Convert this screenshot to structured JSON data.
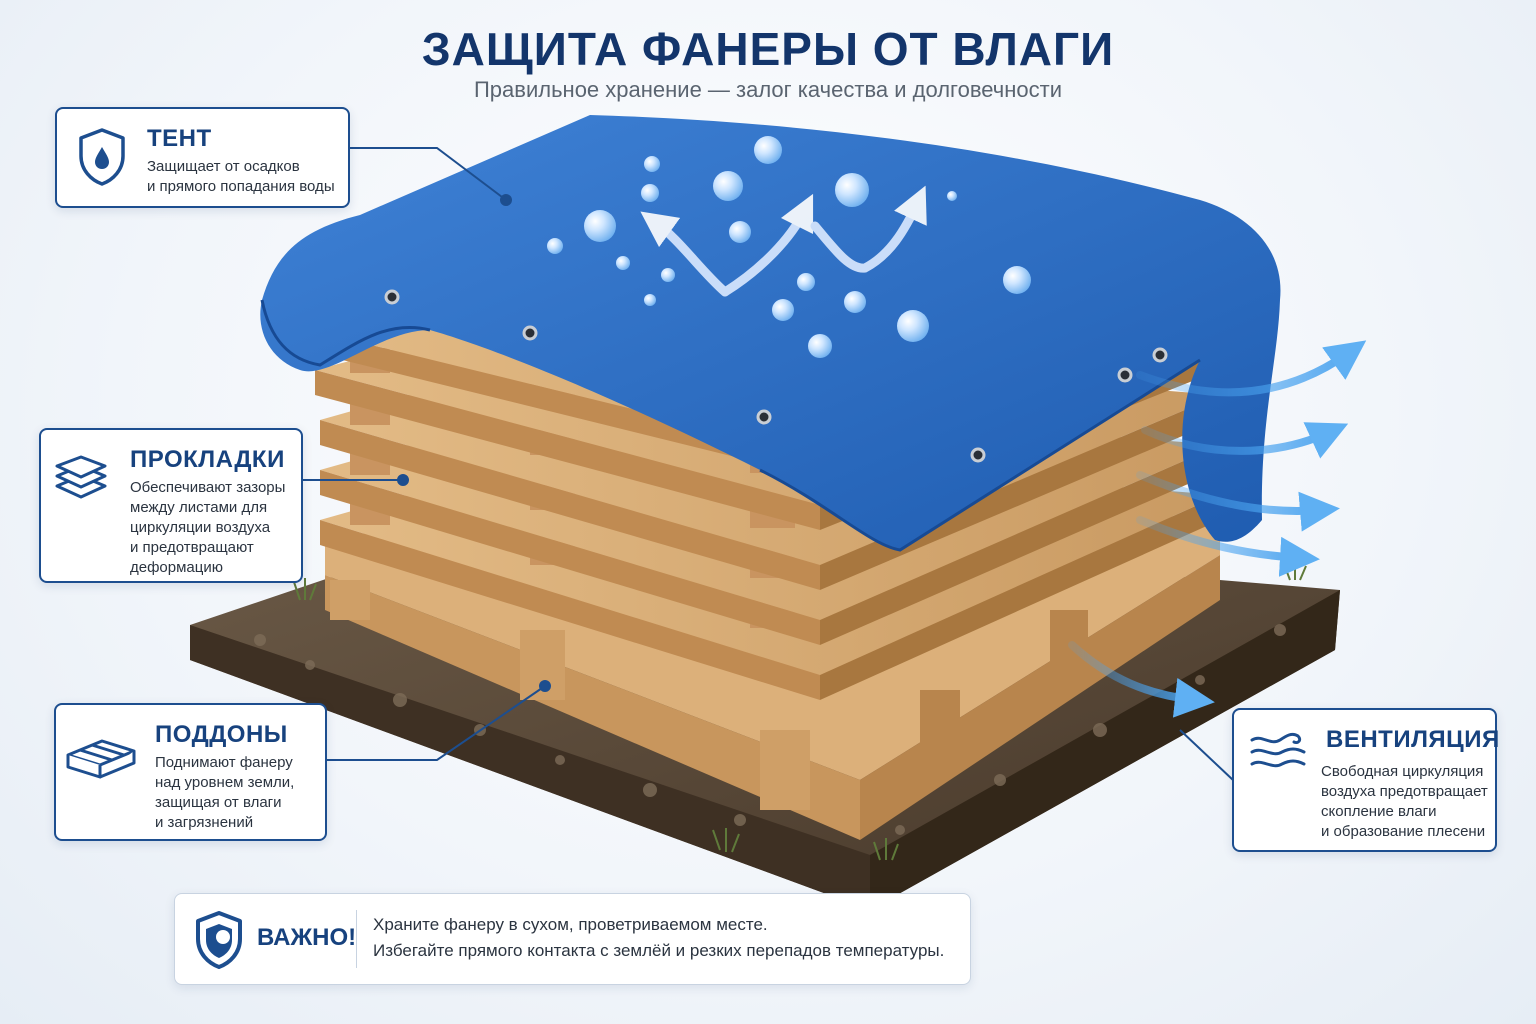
{
  "header": {
    "title": "ЗАЩИТА ФАНЕРЫ ОТ ВЛАГИ",
    "subtitle": "Правильное хранение — залог качества и долговечности"
  },
  "cards": {
    "tent": {
      "title": "ТЕНТ",
      "lines": [
        "Защищает от осадков",
        "и прямого попадания воды"
      ],
      "icon": "shield-drop-icon"
    },
    "spacers": {
      "title": "ПРОКЛАДКИ",
      "lines": [
        "Обеспечивают зазоры",
        "между листами для",
        "циркуляции воздуха",
        "и предотвращают",
        "деформацию"
      ],
      "icon": "layers-icon"
    },
    "pallets": {
      "title": "ПОДДОНЫ",
      "lines": [
        "Поднимают фанеру",
        "над уровнем земли,",
        "защищая от влаги",
        "и загрязнений"
      ],
      "icon": "pallet-icon"
    },
    "ventilation": {
      "title": "ВЕНТИЛЯЦИЯ",
      "lines": [
        "Свободная циркуляция",
        "воздуха предотвращает",
        "скопление влаги",
        "и образование плесени"
      ],
      "icon": "wind-icon"
    }
  },
  "note": {
    "title": "ВАЖНО!",
    "lines": [
      "Храните фанеру в сухом, проветриваемом месте.",
      "Избегайте прямого контакта с землёй и резких перепадов температуры."
    ],
    "icon": "shield-icon"
  },
  "colors": {
    "accent": "#17427e",
    "tarp": "#2f6fc4",
    "wood": "#d9ad78",
    "ground": "#5a4a3a",
    "air": "#4aa3ef"
  }
}
